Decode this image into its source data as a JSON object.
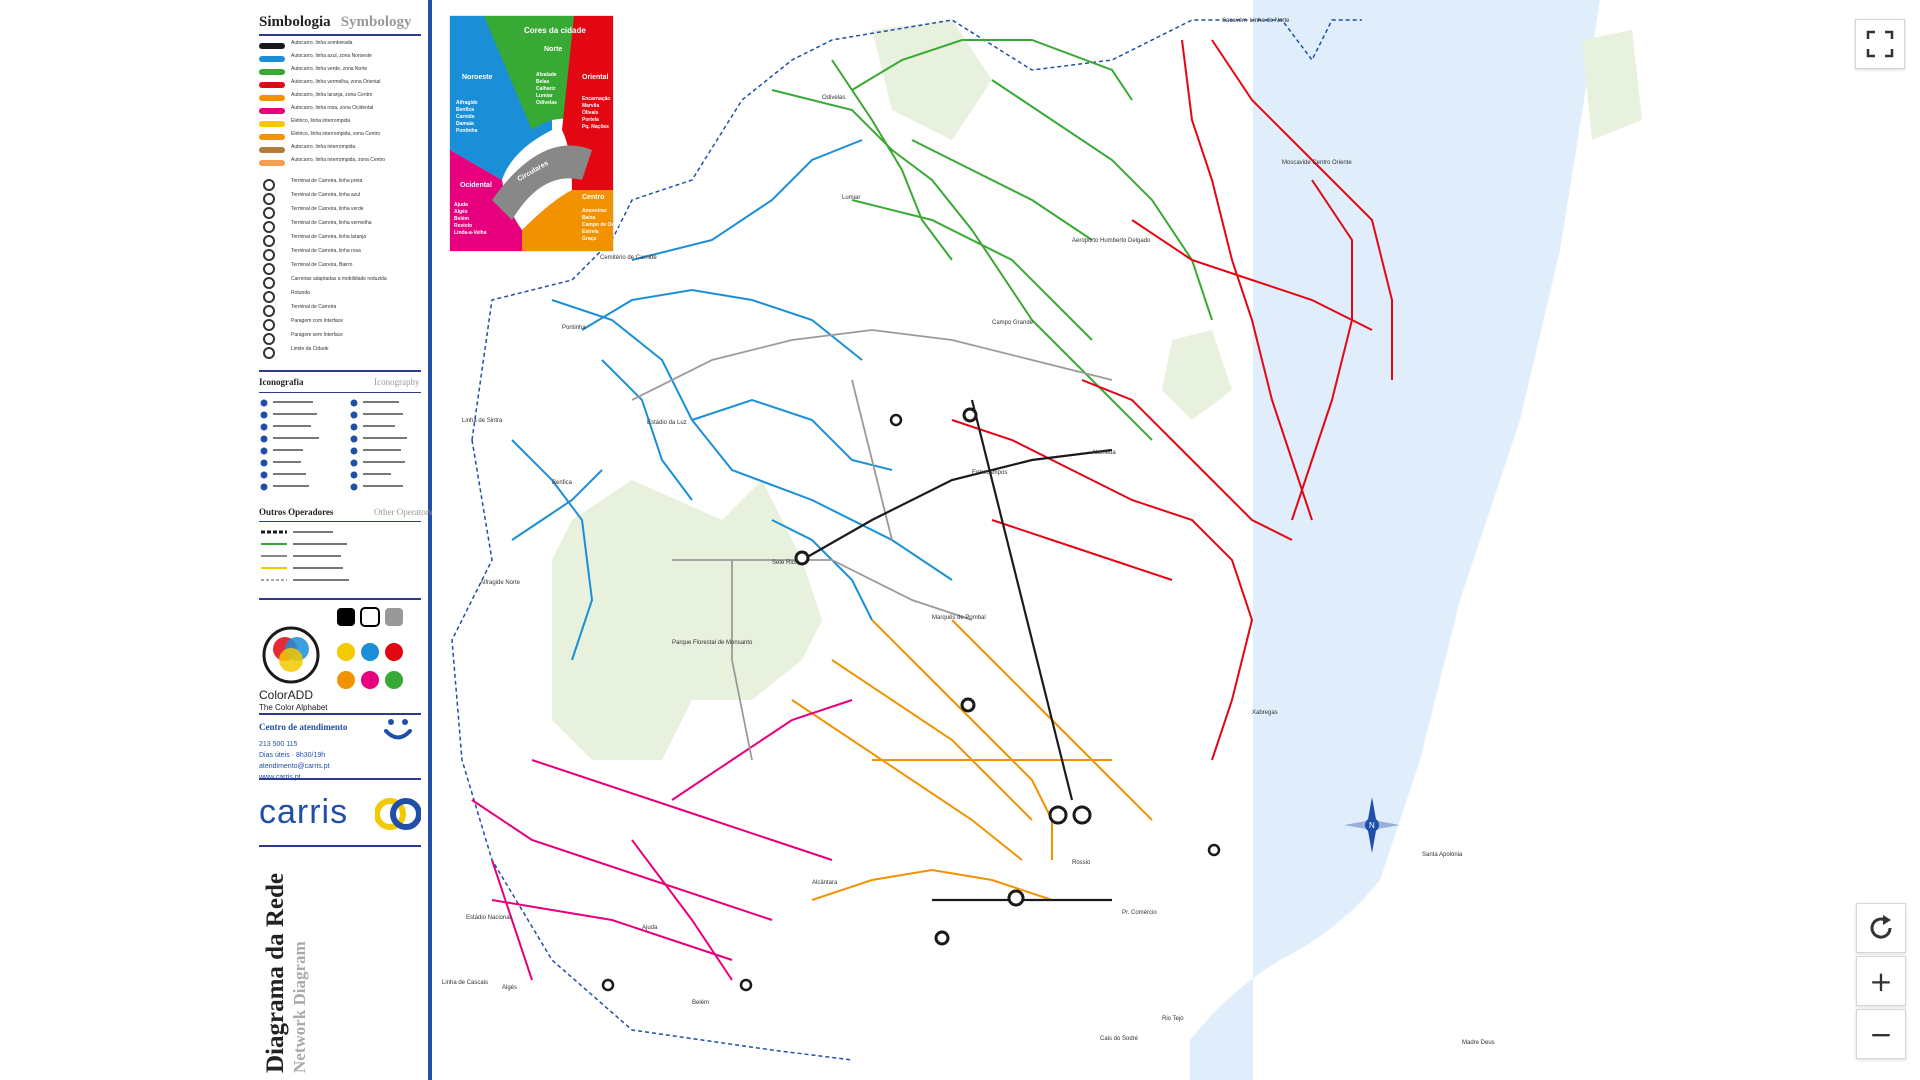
{
  "legend": {
    "symbology_label": "Simbologia",
    "symbology_label_en": "Symbology",
    "line_types": [
      {
        "label": "Autocarro, linha sombreada",
        "color": "#1a1a1a"
      },
      {
        "label": "Autocarro, linha azul, zona Noroeste",
        "color": "#1a8fd8"
      },
      {
        "label": "Autocarro, linha verde, zona Norte",
        "color": "#39a935"
      },
      {
        "label": "Autocarro, linha vermelha, zona Oriental",
        "color": "#e30613"
      },
      {
        "label": "Autocarro, linha laranja, zona Centro",
        "color": "#f39200"
      },
      {
        "label": "Autocarro, linha rosa, zona Ocidental",
        "color": "#e6007e"
      },
      {
        "label": "Elétrico, linha interrompida",
        "color": "#f3c900"
      },
      {
        "label": "Elétrico, linha interrompida, zona Centro",
        "color": "#f39200"
      },
      {
        "label": "Autocarro, linha interrompida",
        "color": "#b07d3a"
      },
      {
        "label": "Autocarro, linha interrompida, zona Centro",
        "color": "#f0a050"
      }
    ],
    "terminals": [
      {
        "label": "Terminal de Carreira, linha preta"
      },
      {
        "label": "Terminal de Carreira, linha azul"
      },
      {
        "label": "Terminal de Carreira, linha verde"
      },
      {
        "label": "Terminal de Carreira, linha vermelha"
      },
      {
        "label": "Terminal de Carreira, linha laranja"
      },
      {
        "label": "Terminal de Carreira, linha rosa"
      },
      {
        "label": "Terminal de Carreira, Bairro"
      },
      {
        "label": "Carreiras adaptadas a mobilidade reduzida"
      },
      {
        "label": "Rotunda"
      },
      {
        "label": "Terminal de Carreira"
      },
      {
        "label": "Paragem com Interface"
      },
      {
        "label": "Paragem sem Interface"
      },
      {
        "label": "Limite da Cidade"
      }
    ],
    "iconography_label": "Iconografia",
    "iconography_label_en": "Iconography",
    "other_operators_label": "Outros Operadores",
    "other_operators_label_en": "Other Operators",
    "coloradd_title": "ColorADD",
    "coloradd_subtitle": "The Color Alphabet",
    "contact_title": "Centro de atendimento",
    "contact_phone": "213 500 115",
    "contact_hours": "Dias úteis · 8h30/19h",
    "contact_email": "atendimento@carris.pt",
    "contact_web": "www.carris.pt",
    "brand": "carris",
    "diagram_title": "Diagrama da Rede",
    "diagram_title_en": "Network Diagram"
  },
  "city_colors": {
    "title": "Cores da cidade",
    "zones": [
      {
        "name": "Noroeste",
        "color": "#1a8fd8",
        "places": [
          "Alfragide",
          "Benfica",
          "Carnide",
          "Damaia",
          "Pontinha"
        ]
      },
      {
        "name": "Norte",
        "color": "#39a935",
        "places": [
          "Alvalade",
          "Belas",
          "Calhariz",
          "Lumiar",
          "Odivelas"
        ]
      },
      {
        "name": "Oriental",
        "color": "#e30613",
        "places": [
          "Encarnação",
          "Marvila",
          "Olivais",
          "Portela",
          "Pq. Nações"
        ]
      },
      {
        "name": "Ocidental",
        "color": "#e6007e",
        "places": [
          "Ajuda",
          "Algés",
          "Belém",
          "Restelo",
          "Linda-a-Velha"
        ]
      },
      {
        "name": "Centro",
        "color": "#f39200",
        "places": [
          "Amoreiras",
          "Baixa",
          "Campo de Ourique",
          "Estrela",
          "Graça"
        ]
      }
    ],
    "ring_label": "Circulares"
  },
  "map_labels": [
    {
      "text": "Linha de Sintra"
    },
    {
      "text": "Linha do Norte"
    },
    {
      "text": "Linha de Cascais"
    },
    {
      "text": "Parque Florestal de Monsanto"
    },
    {
      "text": "Aeroporto Humberto Delgado"
    },
    {
      "text": "Rio Tejo"
    },
    {
      "text": "Cais do Sodré"
    },
    {
      "text": "Pr. Comércio"
    },
    {
      "text": "Campo Grande"
    },
    {
      "text": "Entrecampos"
    },
    {
      "text": "Alameda"
    },
    {
      "text": "Oriente"
    },
    {
      "text": "Sete Rios"
    },
    {
      "text": "Marquês de Pombal"
    },
    {
      "text": "Rossio"
    },
    {
      "text": "Alcântara"
    },
    {
      "text": "Belém"
    },
    {
      "text": "Algés"
    },
    {
      "text": "Ajuda"
    },
    {
      "text": "Benfica"
    },
    {
      "text": "Lumiar"
    },
    {
      "text": "Odivelas"
    },
    {
      "text": "Pontinha"
    },
    {
      "text": "Moscavide Centro"
    },
    {
      "text": "Sacavém"
    },
    {
      "text": "Cemitério de Carnide"
    },
    {
      "text": "Estádio da Luz"
    },
    {
      "text": "Estádio Nacional"
    },
    {
      "text": "Alfragide Norte"
    },
    {
      "text": "Santa Apolónia"
    },
    {
      "text": "Xabregas"
    },
    {
      "text": "Madre Deus"
    }
  ],
  "controls": {
    "fullscreen_icon": "fullscreen-icon",
    "reset_icon": "refresh-icon",
    "zoom_in_label": "+",
    "zoom_out_label": "−"
  }
}
